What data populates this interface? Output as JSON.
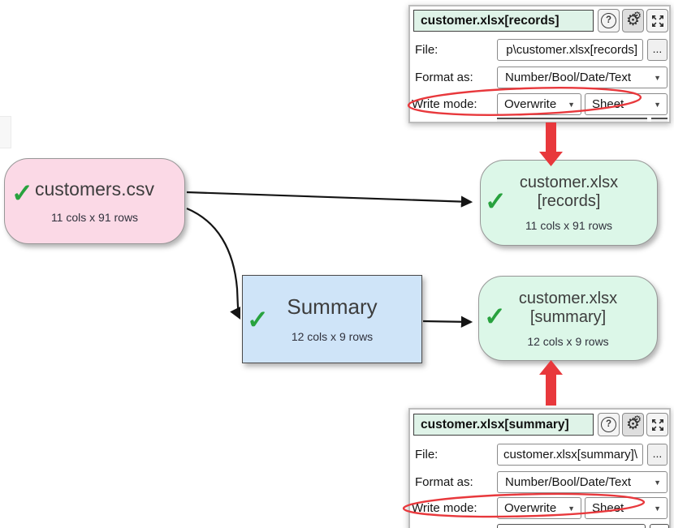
{
  "canvas": {
    "source": {
      "title": "customers.csv",
      "subtitle": "11 cols x 91 rows"
    },
    "transform": {
      "title": "Summary",
      "subtitle": "12 cols x 9 rows"
    },
    "output_records": {
      "title_line1": "customer.xlsx",
      "title_line2": "[records]",
      "subtitle": "11 cols x 91 rows"
    },
    "output_summary": {
      "title_line1": "customer.xlsx",
      "title_line2": "[summary]",
      "subtitle": "12 cols x 9 rows"
    }
  },
  "panels": [
    {
      "title": "customer.xlsx[records]",
      "file_label": "File:",
      "file_value": "p\\customer.xlsx[records]",
      "browse_label": "...",
      "format_label": "Format as:",
      "format_value": "Number/Bool/Date/Text",
      "write_mode_label": "Write mode:",
      "write_mode_value": "Overwrite",
      "sheet_mode_value": "Sheet"
    },
    {
      "title": "customer.xlsx[summary]",
      "file_label": "File:",
      "file_value": "\\customer.xlsx[summary]",
      "browse_label": "...",
      "format_label": "Format as:",
      "format_value": "Number/Bool/Date/Text",
      "write_mode_label": "Write mode:",
      "write_mode_value": "Overwrite",
      "sheet_mode_value": "Sheet"
    }
  ],
  "icons": {
    "help": "?",
    "gear": "⚙",
    "dropdown": "▼",
    "browse": "...",
    "checkmark": "✓"
  },
  "colors": {
    "node_pink": "#fbd9e6",
    "node_green": "#dcf7e8",
    "node_blue": "#cfe4f8",
    "panel_title_bg": "#dff3e8",
    "checkmark_green": "#28a23e",
    "highlight_red": "#e8383c",
    "connector_black": "#141414"
  }
}
